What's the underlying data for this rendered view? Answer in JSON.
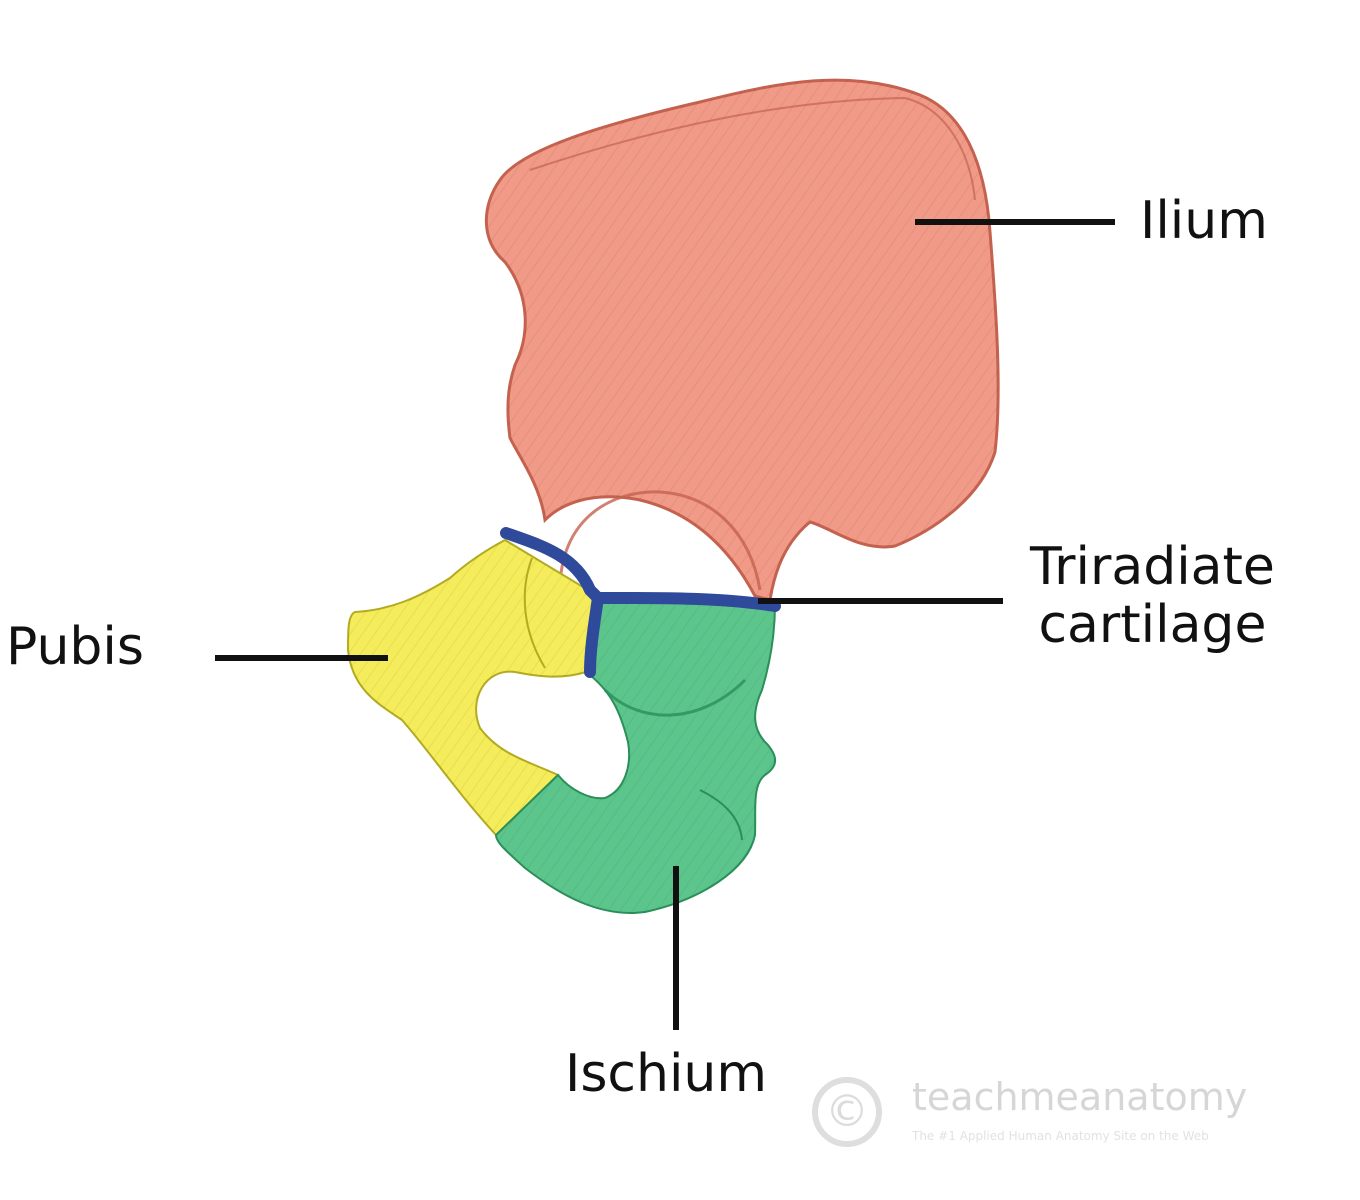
{
  "labels": {
    "ilium": "Ilium",
    "triradiate_line1": "Triradiate",
    "triradiate_line2": "cartilage",
    "pubis": "Pubis",
    "ischium": "Ischium"
  },
  "watermark": {
    "symbol": "©",
    "name": "teachmeanatomy",
    "tagline": "The #1 Applied Human Anatomy Site on the Web"
  },
  "colors": {
    "ilium": "#f09a87",
    "pubis": "#f4ec5a",
    "ischium": "#5cc58c",
    "triradiate_cartilage": "#2f4a9a",
    "leader_lines": "#111111"
  }
}
